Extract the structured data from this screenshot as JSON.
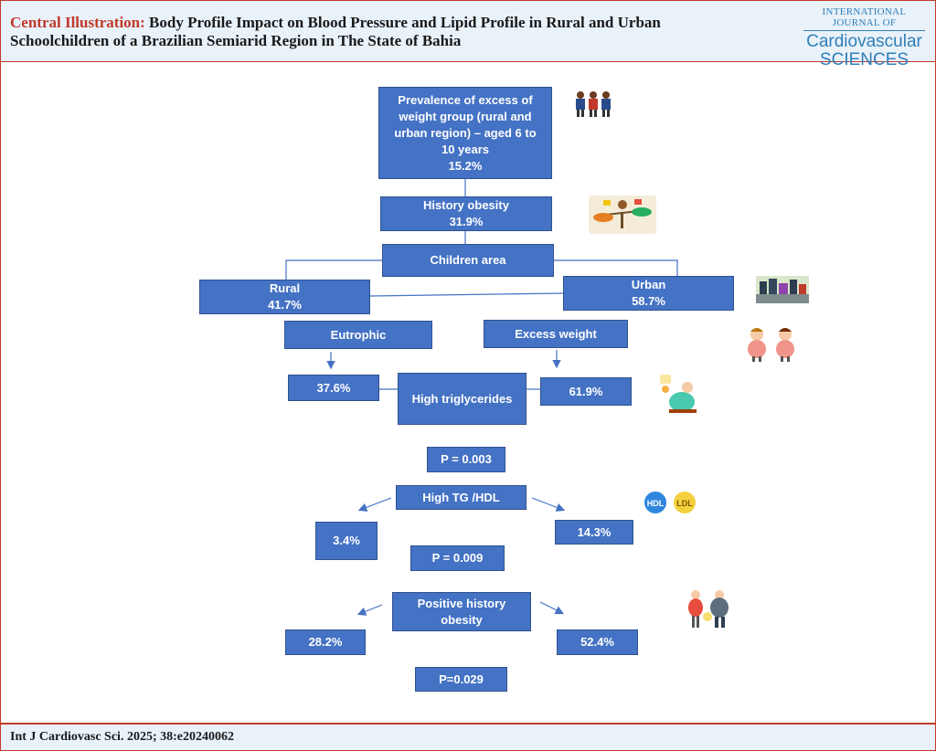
{
  "header": {
    "title_lead": "Central Illustration:",
    "title_line1": " Body Profile Impact on Blood Pressure and Lipid Profile in Rural and Urban",
    "title_line2": "Schoolchildren of a Brazilian Semiarid Region in The State of Bahia",
    "journal_top": "INTERNATIONAL JOURNAL OF",
    "journal_name1": "Cardiovascular",
    "journal_name2": "SCIENCES"
  },
  "footer": {
    "citation": "Int J Cardiovasc Sci. 2025; 38:e20240062"
  },
  "boxes": {
    "prevalence": {
      "line1": "Prevalence of excess  of",
      "line2": "weight group (rural and",
      "line3": "urban region) – aged 6 to",
      "line4": "10 years",
      "value": "15.2%"
    },
    "history": {
      "label": "History obesity",
      "value": "31.9%"
    },
    "area": {
      "label": "Children area"
    },
    "rural": {
      "label": "Rural",
      "value": "41.7%"
    },
    "urban": {
      "label": "Urban",
      "value": "58.7%"
    },
    "eutrophic": {
      "label": "Eutrophic"
    },
    "excess": {
      "label": "Excess weight"
    },
    "eutrophic_tg": {
      "value": "37.6%"
    },
    "high_tg": {
      "label": "High triglycerides"
    },
    "excess_tg": {
      "value": "61.9%"
    },
    "p1": {
      "value": "P = 0.003"
    },
    "tg_hdl": {
      "label": "High TG /HDL"
    },
    "tg_hdl_left": {
      "value": "3.4%"
    },
    "tg_hdl_right": {
      "value": "14.3%"
    },
    "p2": {
      "value": "P = 0.009"
    },
    "pos_history": {
      "line1": "Positive history",
      "line2": "obesity"
    },
    "pos_left": {
      "value": "28.2%"
    },
    "pos_right": {
      "value": "52.4%"
    },
    "p3": {
      "value": "P=0.029"
    }
  },
  "illustrations": {
    "hdl_label": "HDL",
    "ldl_label": "LDL"
  },
  "colors": {
    "box": "#4472c4",
    "box_border": "#2f528f",
    "header_bg": "#e9f1f9",
    "accent": "#c0392b",
    "journal": "#2e7fb8",
    "arrow": "#4472c4"
  }
}
